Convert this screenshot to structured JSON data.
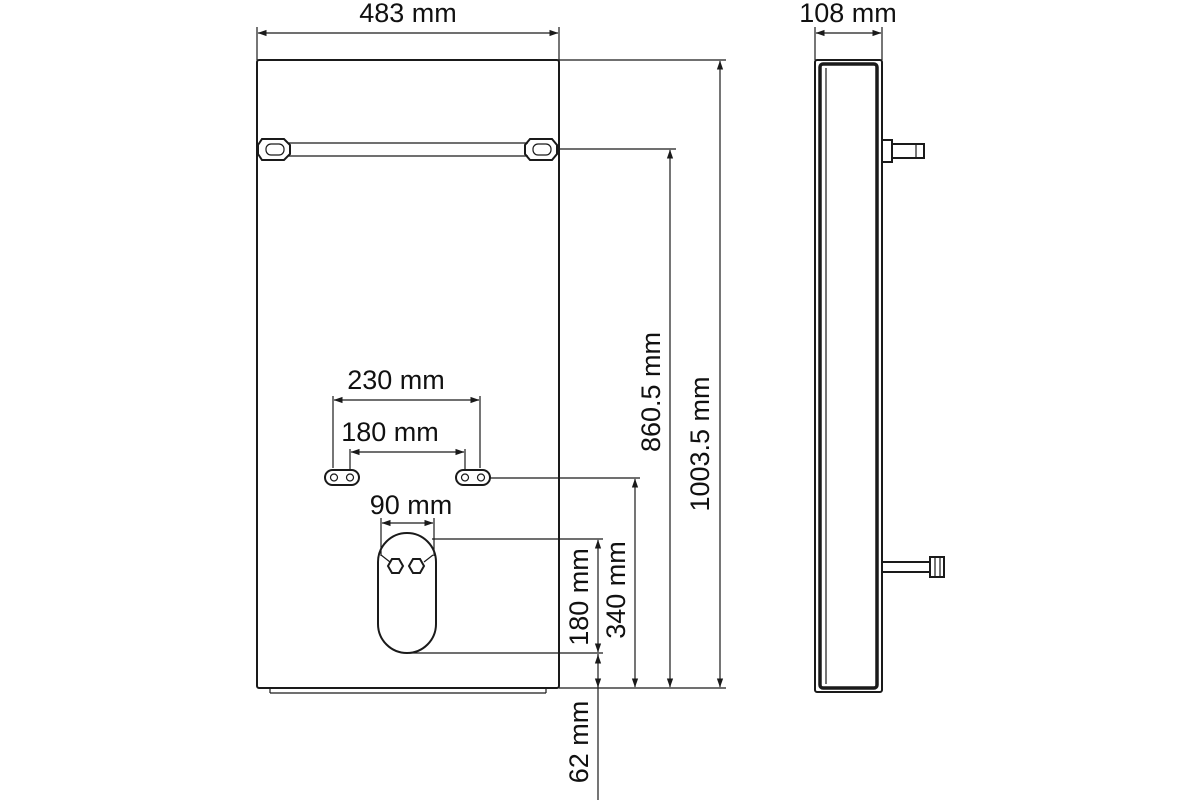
{
  "dimensions": {
    "front_width": "483 mm",
    "side_depth": "108 mm",
    "total_height": "1003.5 mm",
    "rail_height": "860.5 mm",
    "hook_spacing_outer": "230 mm",
    "hook_spacing_inner": "180 mm",
    "hook_height": "340 mm",
    "valve_spacing": "90 mm",
    "valve_cutout_height": "180 mm",
    "bottom_offset": "62 mm"
  }
}
